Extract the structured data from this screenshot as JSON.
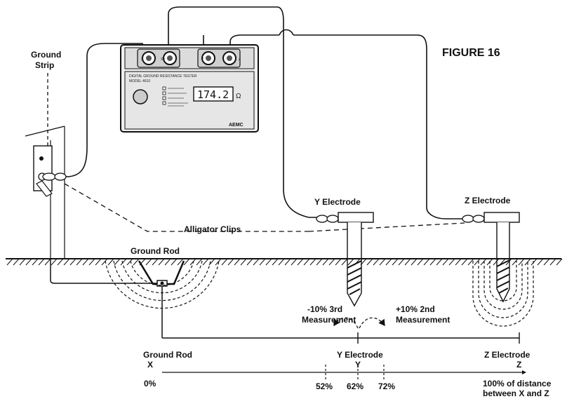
{
  "figure_label": "FIGURE 16",
  "labels": {
    "ground_strip_1": "Ground",
    "ground_strip_2": "Strip",
    "y_electrode": "Y Electrode",
    "z_electrode": "Z Electrode",
    "alligator_clips": "Alligator Clips",
    "ground_rod": "Ground Rod"
  },
  "instrument": {
    "title_line1": "DIGITAL GROUND RESISTANCE TESTER",
    "title_line2": "MODEL 4610",
    "display_value": "174.2",
    "display_unit": "Ω",
    "brand": "AEMC",
    "terminals": [
      "X",
      "Xv",
      "Y",
      "Z"
    ]
  },
  "measurements": {
    "minus": "-10%  3rd",
    "minus_sub": "Measurement",
    "plus": "+10%  2nd",
    "plus_sub": "Measurement"
  },
  "baseline": {
    "x_name": "Ground Rod",
    "x_letter": "X",
    "y_name": "Y Electrode",
    "y_letter": "Y",
    "z_name": "Z Electrode",
    "z_letter": "Z",
    "p0": "0%",
    "p52": "52%",
    "p62": "62%",
    "p72": "72%",
    "p100_line1": "100% of distance",
    "p100_line2": "between X and Z"
  }
}
